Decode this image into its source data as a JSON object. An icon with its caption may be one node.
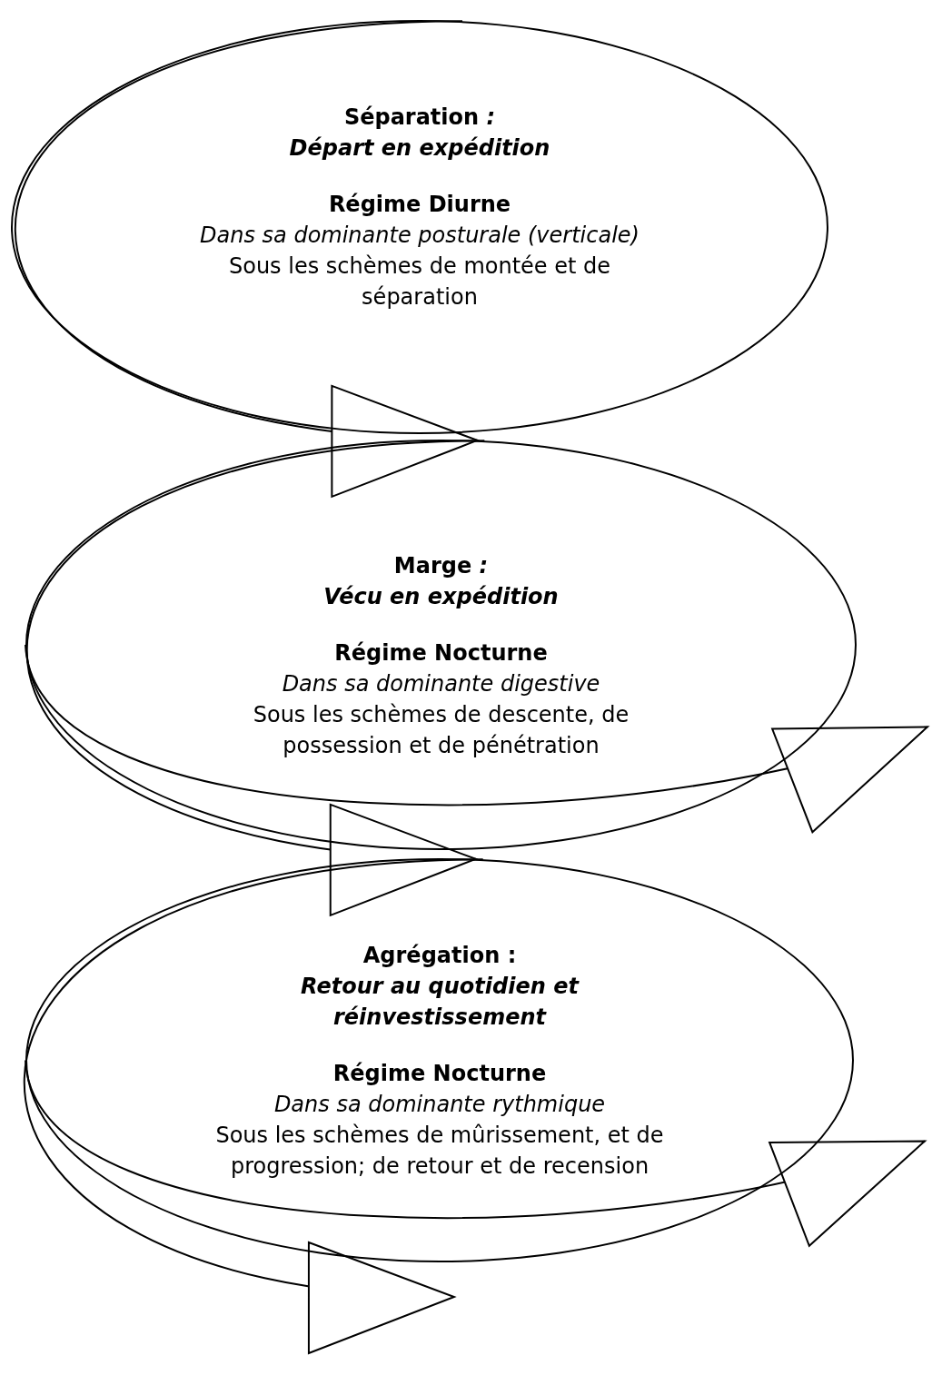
{
  "diagram": {
    "nodes": [
      {
        "text": [
          "Séparation *:*",
          "Départ en expédition",
          "Régime Diurne",
          "Dans sa dominante posturale (verticale)",
          "Sous les schèmes de montée et de séparation"
        ]
      },
      {
        "text": [
          "Marge *:*",
          "Vécu en expédition",
          "Régime Nocturne",
          "Dans sa dominante digestive",
          "Sous les schèmes de descente, de possession et de pénétration"
        ]
      },
      {
        "text": [
          "Agrégation :",
          "Retour au quotidien et réinvestissement",
          "Régime Nocturne",
          "Dans sa dominante rythmique",
          "Sous les schèmes de mûrissement, et de progression; de retour et de recension"
        ]
      }
    ],
    "edges": [
      {
        "from": 0,
        "to": 1,
        "arrow": "to"
      },
      {
        "from": 1,
        "to": 2,
        "arrow": "to"
      },
      {
        "from": 1,
        "to": null,
        "arrow": "to"
      },
      {
        "from": 2,
        "to": null,
        "arrow": "to"
      },
      {
        "from": 2,
        "to": null,
        "arrow": "to"
      }
    ]
  }
}
